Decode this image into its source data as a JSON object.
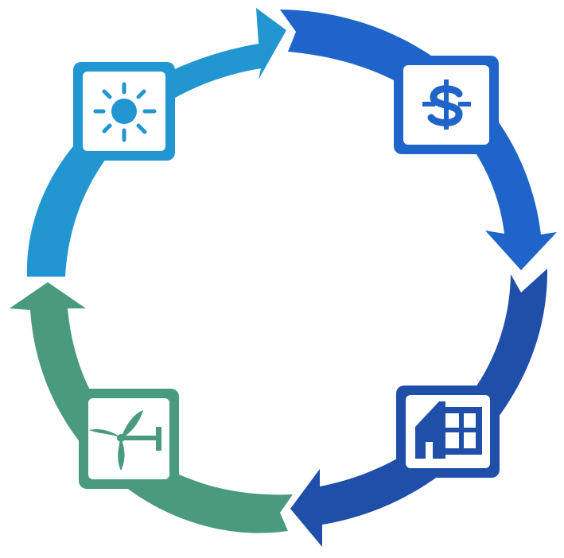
{
  "diagram": {
    "type": "cycle",
    "segments": [
      {
        "id": "sun",
        "icon": "sun-icon",
        "color": "#2196d0"
      },
      {
        "id": "money",
        "icon": "dollar-icon",
        "color": "#1f64c8"
      },
      {
        "id": "house",
        "icon": "house-icon",
        "color": "#1f4fa8"
      },
      {
        "id": "wind",
        "icon": "wind-turbine-icon",
        "color": "#4a9a7e"
      }
    ],
    "direction": "clockwise",
    "colors": {
      "icon_box_fill": "#ffffff"
    }
  }
}
